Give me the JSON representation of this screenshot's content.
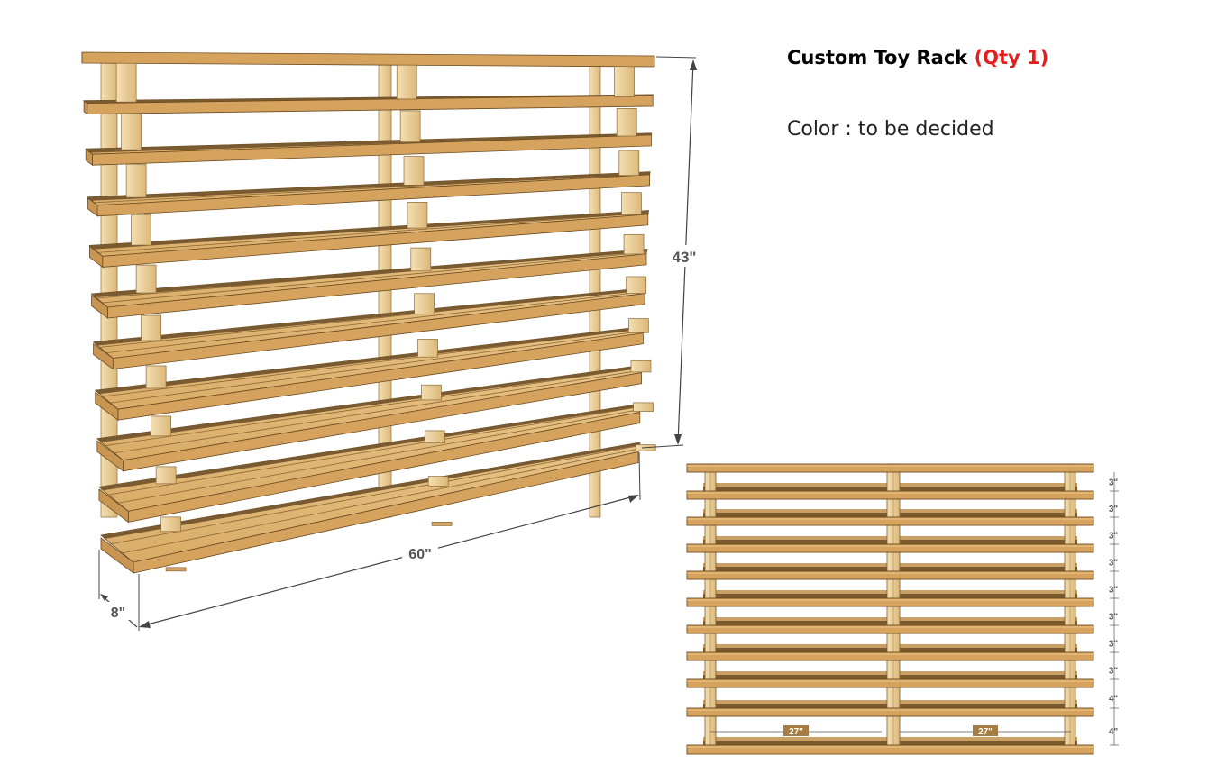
{
  "header": {
    "title": "Custom Toy Rack",
    "qty": "(Qty 1)",
    "color_line": "Color : to be decided"
  },
  "perspective_view": {
    "height_label": "43\"",
    "width_label": "60\"",
    "depth_label": "8\""
  },
  "front_view": {
    "spacing_labels": [
      "3\"",
      "3\"",
      "3\"",
      "3\"",
      "3\"",
      "3\"",
      "3\"",
      "3\"",
      "4\"",
      "4\""
    ],
    "bay_labels": [
      "27\"",
      "27\""
    ]
  },
  "colors": {
    "wood_top": "#e3b97a",
    "wood_front": "#d6a35e",
    "wood_dark": "#7a5a30",
    "post_light": "#f2dcae",
    "accent_red": "#e41e1e"
  }
}
